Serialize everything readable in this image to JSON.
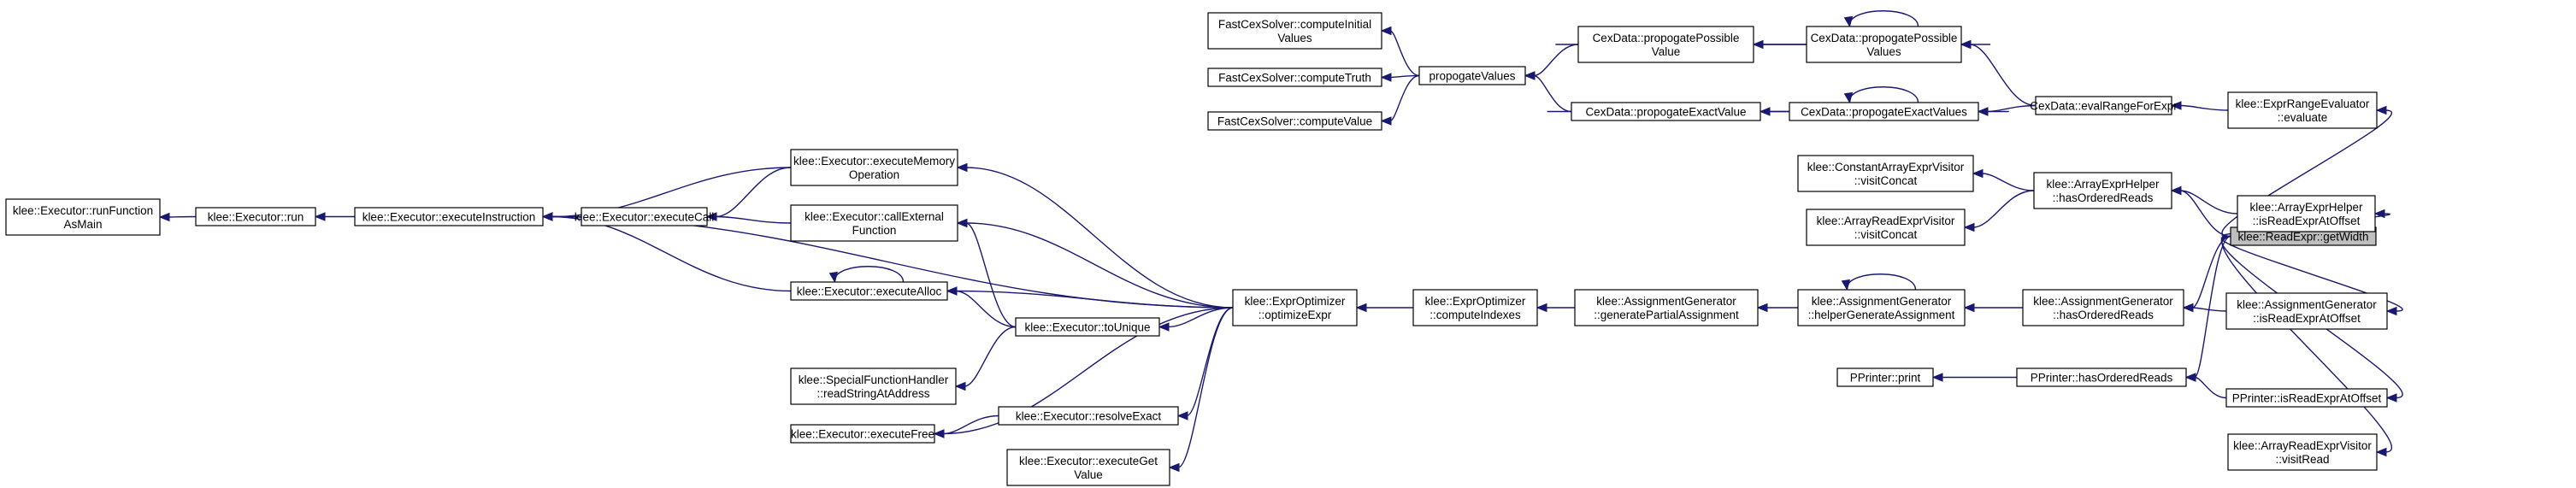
{
  "title": "",
  "nodes": [
    {
      "id": "getWidth",
      "lines": [
        "klee::ReadExpr::getWidth"
      ],
      "root": true
    },
    {
      "id": "runFunctionAsMain",
      "lines": [
        "klee::Executor::runFunction",
        "AsMain"
      ]
    },
    {
      "id": "run",
      "lines": [
        "klee::Executor::run"
      ]
    },
    {
      "id": "executeInstruction",
      "lines": [
        "klee::Executor::executeInstruction"
      ]
    },
    {
      "id": "executeMemoryOperation",
      "lines": [
        "klee::Executor::executeMemory",
        "Operation"
      ]
    },
    {
      "id": "executeCall",
      "lines": [
        "klee::Executor::executeCall"
      ]
    },
    {
      "id": "callExternalFunction",
      "lines": [
        "klee::Executor::callExternal",
        "Function"
      ]
    },
    {
      "id": "executeAlloc",
      "lines": [
        "klee::Executor::executeAlloc"
      ]
    },
    {
      "id": "readStringAtAddress",
      "lines": [
        "klee::SpecialFunctionHandler",
        "::readStringAtAddress"
      ]
    },
    {
      "id": "executeFree",
      "lines": [
        "klee::Executor::executeFree"
      ]
    },
    {
      "id": "toUnique",
      "lines": [
        "klee::Executor::toUnique"
      ]
    },
    {
      "id": "resolveExact",
      "lines": [
        "klee::Executor::resolveExact"
      ]
    },
    {
      "id": "executeGetValue",
      "lines": [
        "klee::Executor::executeGet",
        "Value"
      ]
    },
    {
      "id": "optimizeExpr",
      "lines": [
        "klee::ExprOptimizer",
        "::optimizeExpr"
      ]
    },
    {
      "id": "computeIndexes",
      "lines": [
        "klee::ExprOptimizer",
        "::computeIndexes"
      ]
    },
    {
      "id": "generatePartialAssignment",
      "lines": [
        "klee::AssignmentGenerator",
        "::generatePartialAssignment"
      ]
    },
    {
      "id": "helperGenerateAssignment",
      "lines": [
        "klee::AssignmentGenerator",
        "::helperGenerateAssignment"
      ]
    },
    {
      "id": "agHasOrderedReads",
      "lines": [
        "klee::AssignmentGenerator",
        "::hasOrderedReads"
      ]
    },
    {
      "id": "agIsReadExprAtOffset",
      "lines": [
        "klee::AssignmentGenerator",
        "::isReadExprAtOffset"
      ]
    },
    {
      "id": "fcsComputeInitialValues",
      "lines": [
        "FastCexSolver::computeInitial",
        "Values"
      ]
    },
    {
      "id": "fcsComputeTruth",
      "lines": [
        "FastCexSolver::computeTruth"
      ]
    },
    {
      "id": "fcsComputeValue",
      "lines": [
        "FastCexSolver::computeValue"
      ]
    },
    {
      "id": "propogateValues",
      "lines": [
        "propogateValues"
      ]
    },
    {
      "id": "cdPropogatePossibleValue",
      "lines": [
        "CexData::propogatePossible",
        "Value"
      ]
    },
    {
      "id": "cdPropogatePossibleValues",
      "lines": [
        "CexData::propogatePossible",
        "Values"
      ]
    },
    {
      "id": "cdPropogateExactValue",
      "lines": [
        "CexData::propogateExactValue"
      ]
    },
    {
      "id": "cdPropogateExactValues",
      "lines": [
        "CexData::propogateExactValues"
      ]
    },
    {
      "id": "cdEvalRangeForExpr",
      "lines": [
        "CexData::evalRangeForExpr"
      ]
    },
    {
      "id": "rangeEvaluate",
      "lines": [
        "klee::ExprRangeEvaluator",
        "::evaluate"
      ]
    },
    {
      "id": "caeVisitConcat",
      "lines": [
        "klee::ConstantArrayExprVisitor",
        "::visitConcat"
      ]
    },
    {
      "id": "areVisitConcat",
      "lines": [
        "klee::ArrayReadExprVisitor",
        "::visitConcat"
      ]
    },
    {
      "id": "aehHasOrderedReads",
      "lines": [
        "klee::ArrayExprHelper",
        "::hasOrderedReads"
      ]
    },
    {
      "id": "aehIsReadExprAtOffset",
      "lines": [
        "klee::ArrayExprHelper",
        "::isReadExprAtOffset"
      ]
    },
    {
      "id": "ppPrint",
      "lines": [
        "PPrinter::print"
      ]
    },
    {
      "id": "ppHasOrderedReads",
      "lines": [
        "PPrinter::hasOrderedReads"
      ]
    },
    {
      "id": "ppIsReadExprAtOffset",
      "lines": [
        "PPrinter::isReadExprAtOffset"
      ]
    },
    {
      "id": "areVisitRead",
      "lines": [
        "klee::ArrayReadExprVisitor",
        "::visitRead"
      ]
    }
  ],
  "edges": [
    {
      "from": "getWidth",
      "to": "rangeEvaluate"
    },
    {
      "from": "getWidth",
      "to": "aehHasOrderedReads"
    },
    {
      "from": "getWidth",
      "to": "aehIsReadExprAtOffset"
    },
    {
      "from": "getWidth",
      "to": "agHasOrderedReads"
    },
    {
      "from": "getWidth",
      "to": "agIsReadExprAtOffset"
    },
    {
      "from": "getWidth",
      "to": "ppHasOrderedReads"
    },
    {
      "from": "getWidth",
      "to": "ppIsReadExprAtOffset"
    },
    {
      "from": "getWidth",
      "to": "areVisitRead"
    },
    {
      "from": "rangeEvaluate",
      "to": "cdEvalRangeForExpr"
    },
    {
      "from": "cdEvalRangeForExpr",
      "to": "cdPropogatePossibleValues"
    },
    {
      "from": "cdEvalRangeForExpr",
      "to": "cdPropogateExactValues"
    },
    {
      "from": "cdPropogatePossibleValues",
      "to": "cdPropogatePossibleValue"
    },
    {
      "from": "cdPropogatePossibleValues",
      "to": "cdPropogatePossibleValues"
    },
    {
      "from": "cdPropogatePossibleValue",
      "to": "cdPropogatePossibleValues"
    },
    {
      "from": "cdPropogateExactValues",
      "to": "cdPropogateExactValue"
    },
    {
      "from": "cdPropogateExactValues",
      "to": "cdPropogateExactValues"
    },
    {
      "from": "cdPropogateExactValue",
      "to": "cdPropogateExactValues"
    },
    {
      "from": "cdPropogatePossibleValue",
      "to": "propogateValues"
    },
    {
      "from": "cdPropogateExactValue",
      "to": "propogateValues"
    },
    {
      "from": "propogateValues",
      "to": "fcsComputeInitialValues"
    },
    {
      "from": "propogateValues",
      "to": "fcsComputeTruth"
    },
    {
      "from": "propogateValues",
      "to": "fcsComputeValue"
    },
    {
      "from": "aehHasOrderedReads",
      "to": "caeVisitConcat"
    },
    {
      "from": "aehHasOrderedReads",
      "to": "areVisitConcat"
    },
    {
      "from": "aehIsReadExprAtOffset",
      "to": "aehHasOrderedReads"
    },
    {
      "from": "agHasOrderedReads",
      "to": "helperGenerateAssignment"
    },
    {
      "from": "agIsReadExprAtOffset",
      "to": "agHasOrderedReads"
    },
    {
      "from": "helperGenerateAssignment",
      "to": "helperGenerateAssignment"
    },
    {
      "from": "helperGenerateAssignment",
      "to": "generatePartialAssignment"
    },
    {
      "from": "generatePartialAssignment",
      "to": "computeIndexes"
    },
    {
      "from": "computeIndexes",
      "to": "optimizeExpr"
    },
    {
      "from": "ppHasOrderedReads",
      "to": "ppPrint"
    },
    {
      "from": "ppIsReadExprAtOffset",
      "to": "ppHasOrderedReads"
    },
    {
      "from": "optimizeExpr",
      "to": "executeMemoryOperation"
    },
    {
      "from": "optimizeExpr",
      "to": "callExternalFunction"
    },
    {
      "from": "optimizeExpr",
      "to": "executeAlloc"
    },
    {
      "from": "optimizeExpr",
      "to": "toUnique"
    },
    {
      "from": "optimizeExpr",
      "to": "executeFree"
    },
    {
      "from": "optimizeExpr",
      "to": "resolveExact"
    },
    {
      "from": "optimizeExpr",
      "to": "executeGetValue"
    },
    {
      "from": "optimizeExpr",
      "to": "executeInstruction"
    },
    {
      "from": "toUnique",
      "to": "executeAlloc"
    },
    {
      "from": "toUnique",
      "to": "callExternalFunction"
    },
    {
      "from": "toUnique",
      "to": "readStringAtAddress"
    },
    {
      "from": "resolveExact",
      "to": "executeFree"
    },
    {
      "from": "executeAlloc",
      "to": "executeAlloc"
    },
    {
      "from": "executeAlloc",
      "to": "executeInstruction"
    },
    {
      "from": "executeMemoryOperation",
      "to": "executeInstruction"
    },
    {
      "from": "executeMemoryOperation",
      "to": "executeCall"
    },
    {
      "from": "callExternalFunction",
      "to": "executeCall"
    },
    {
      "from": "executeCall",
      "to": "executeInstruction"
    },
    {
      "from": "executeInstruction",
      "to": "run"
    },
    {
      "from": "run",
      "to": "runFunctionAsMain"
    }
  ]
}
